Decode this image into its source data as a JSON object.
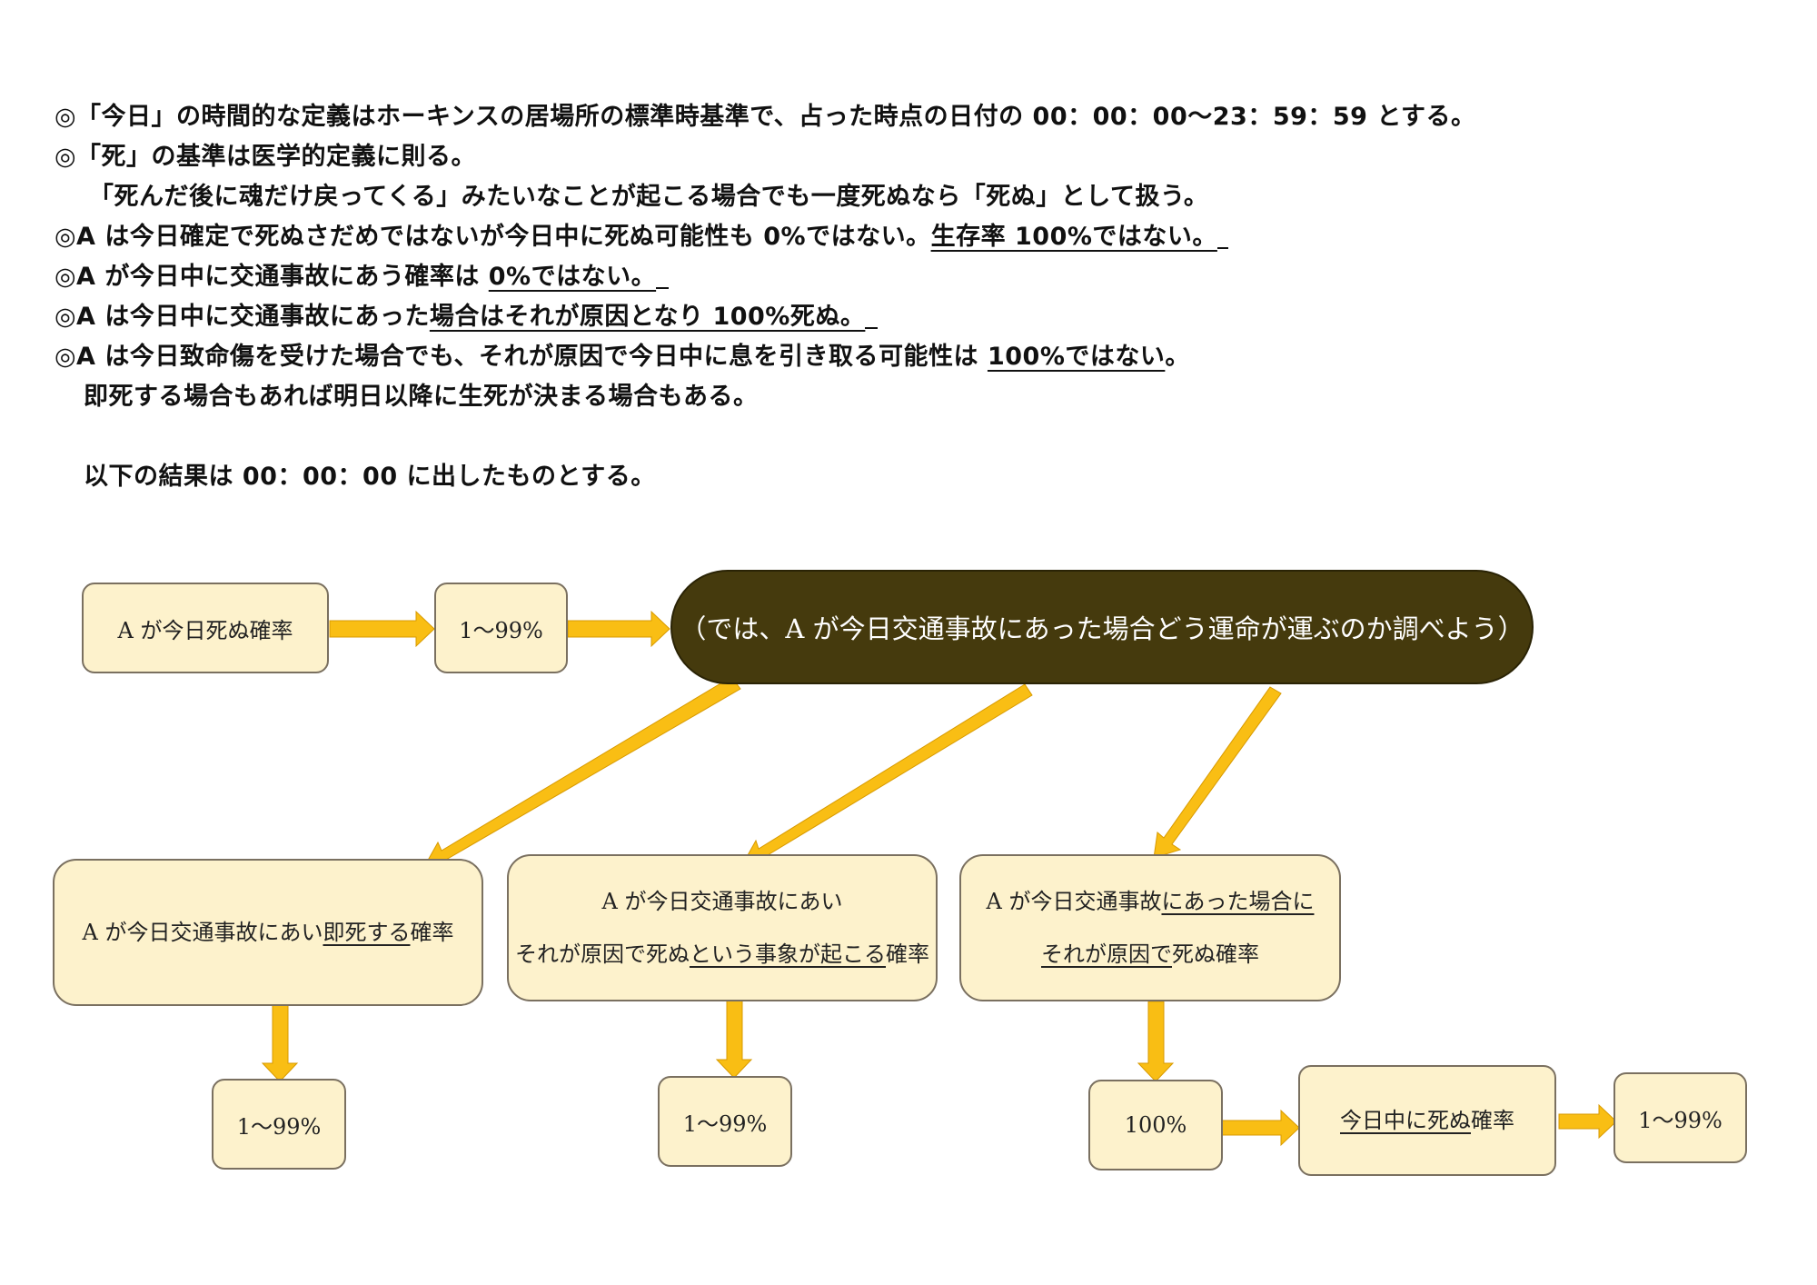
{
  "notes": {
    "l1": "◎「今日」の時間的な定義はホーキンスの居場所の標準時基準で、占った時点の日付の 00：00：00〜23：59：59 とする。",
    "l2": "◎「死」の基準は医学的定義に則る。",
    "l3": "「死んだ後に魂だけ戻ってくる」みたいなことが起こる場合でも一度死ぬなら「死ぬ」として扱う。",
    "l4a": "◎A は今日確定で死ぬさだめではないが今日中に死ぬ可能性も 0%ではない。",
    "l4b": "生存率 100%ではない。",
    "l5a": "◎A が今日中に交通事故にあう確率は ",
    "l5b": "0%ではない。",
    "l6a": "◎A は今日中に交通事故にあった",
    "l6b": "場合はそれが原因となり 100%死ぬ。",
    "l7a": "◎A は今日致命傷を受けた場合でも、それが原因で今日中に息を引き取る可能性は ",
    "l7b": "100%ではない",
    "l7c": "。",
    "l8": "即死する場合もあれば明日以降に生死が決まる場合もある。",
    "l9": "以下の結果は 00：00：00 に出したものとする。"
  },
  "diagram": {
    "start_box": "A が今日死ぬ確率",
    "start_value": "1〜99%",
    "oval": "（では、A が今日交通事故にあった場合どう運命が運ぶのか調べよう）",
    "box1": {
      "pre": "A が今日交通事故にあい",
      "u": "即死する",
      "post": "確率"
    },
    "box2": {
      "row1": "A が今日交通事故にあい",
      "row2_pre": "それが原因で死ぬ",
      "row2_u": "という事象が起こる",
      "row2_post": "確率"
    },
    "box3": {
      "row1_pre": "A が今日交通事故",
      "row1_u": "にあった場合に",
      "row2_u": "それが原因で",
      "row2_post": "死ぬ確率"
    },
    "val1": "1〜99%",
    "val2": "1〜99%",
    "val3": "100%",
    "box4": {
      "u": "今日中に死ぬ",
      "post": "確率"
    },
    "val4": "1〜99%"
  },
  "colors": {
    "arrow": "#f9be14",
    "box_fill": "#fdf2cc",
    "oval_fill": "#453a0d",
    "oval_text": "#ffffff"
  }
}
